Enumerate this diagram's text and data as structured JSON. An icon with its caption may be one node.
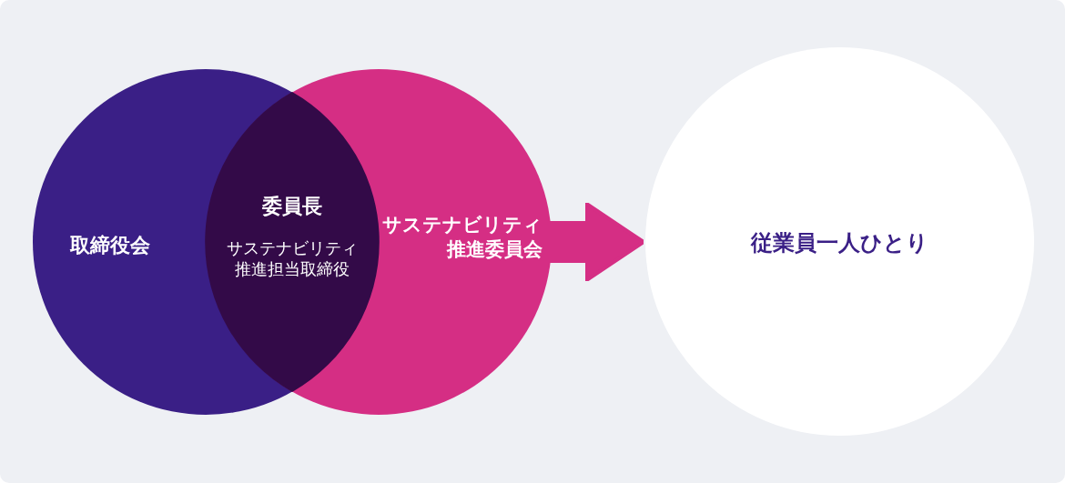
{
  "diagram": {
    "nodes": [
      {
        "text": [
          "取締役会"
        ]
      },
      {
        "text": [
          "サステナビリティ推進委員会"
        ]
      },
      {
        "text": [
          "委員長",
          "サステナビリティ推進担当取締役"
        ]
      },
      {
        "text": [
          "従業員一人ひとり"
        ]
      }
    ],
    "edges": [
      {
        "from": 1,
        "to": 3,
        "arrow": "to"
      }
    ]
  }
}
